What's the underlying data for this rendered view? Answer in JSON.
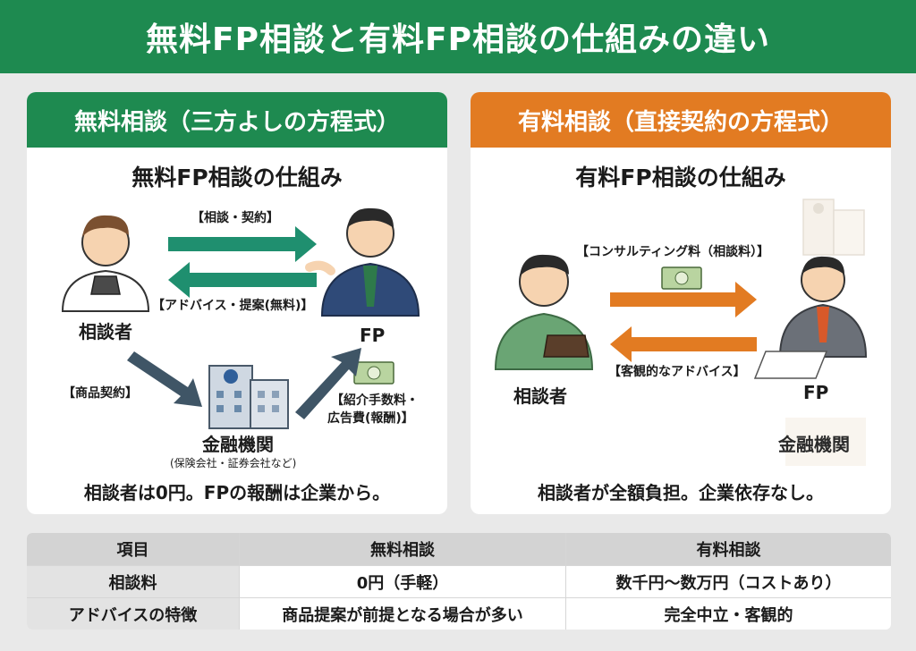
{
  "title": "無料FP相談と有料FP相談の仕組みの違い",
  "colors": {
    "green": "#1e8a50",
    "orange": "#e27b22",
    "teal": "#1f8f6f",
    "slate": "#3f5566"
  },
  "left_panel": {
    "header": "無料相談（三方よしの方程式）",
    "subtitle": "無料FP相談の仕組み",
    "arrow_top_label": "【相談・契約】",
    "arrow_bottom_label": "【アドバイス・提案(無料)】",
    "client_label": "相談者",
    "fp_label": "FP",
    "product_label": "【商品契約】",
    "fee_label_1": "【紹介手数料・",
    "fee_label_2": "広告費(報酬)】",
    "institution_label": "金融機関",
    "institution_note": "(保険会社・証券会社など)",
    "summary": "相談者は0円。FPの報酬は企業から。"
  },
  "right_panel": {
    "header": "有料相談（直接契約の方程式）",
    "subtitle": "有料FP相談の仕組み",
    "arrow_top_label": "【コンサルティング料（相談料）】",
    "arrow_bottom_label": "【客観的なアドバイス】",
    "client_label": "相談者",
    "fp_label": "FP",
    "institution_label": "金融機関",
    "summary": "相談者が全額負担。企業依存なし。"
  },
  "table": {
    "headers": [
      "項目",
      "無料相談",
      "有料相談"
    ],
    "rows": [
      [
        "相談料",
        "0円（手軽）",
        "数千円〜数万円（コストあり）"
      ],
      [
        "アドバイスの特徴",
        "商品提案が前提となる場合が多い",
        "完全中立・客観的"
      ]
    ]
  }
}
